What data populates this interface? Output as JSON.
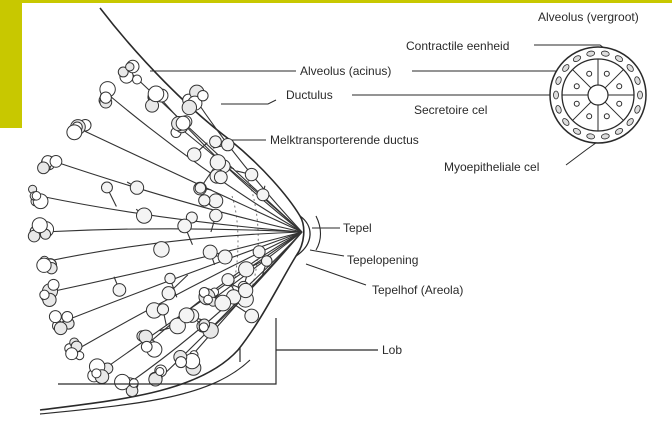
{
  "colors": {
    "accent": "#c8c800",
    "ink": "#2a2a2a"
  },
  "labels": {
    "alveolus_magnified": "Alveolus (vergroot)",
    "contractile_unit": "Contractile eenheid",
    "alveolus_acinus": "Alveolus (acinus)",
    "ductulus": "Ductulus",
    "secretory_cell": "Secretoire cel",
    "milk_duct": "Melktransporterende ductus",
    "myoepithelial_cell": "Myoepitheliale cel",
    "nipple": "Tepel",
    "nipple_opening": "Tepelopening",
    "areola": "Tepelhof (Areola)",
    "lobe": "Lob"
  }
}
